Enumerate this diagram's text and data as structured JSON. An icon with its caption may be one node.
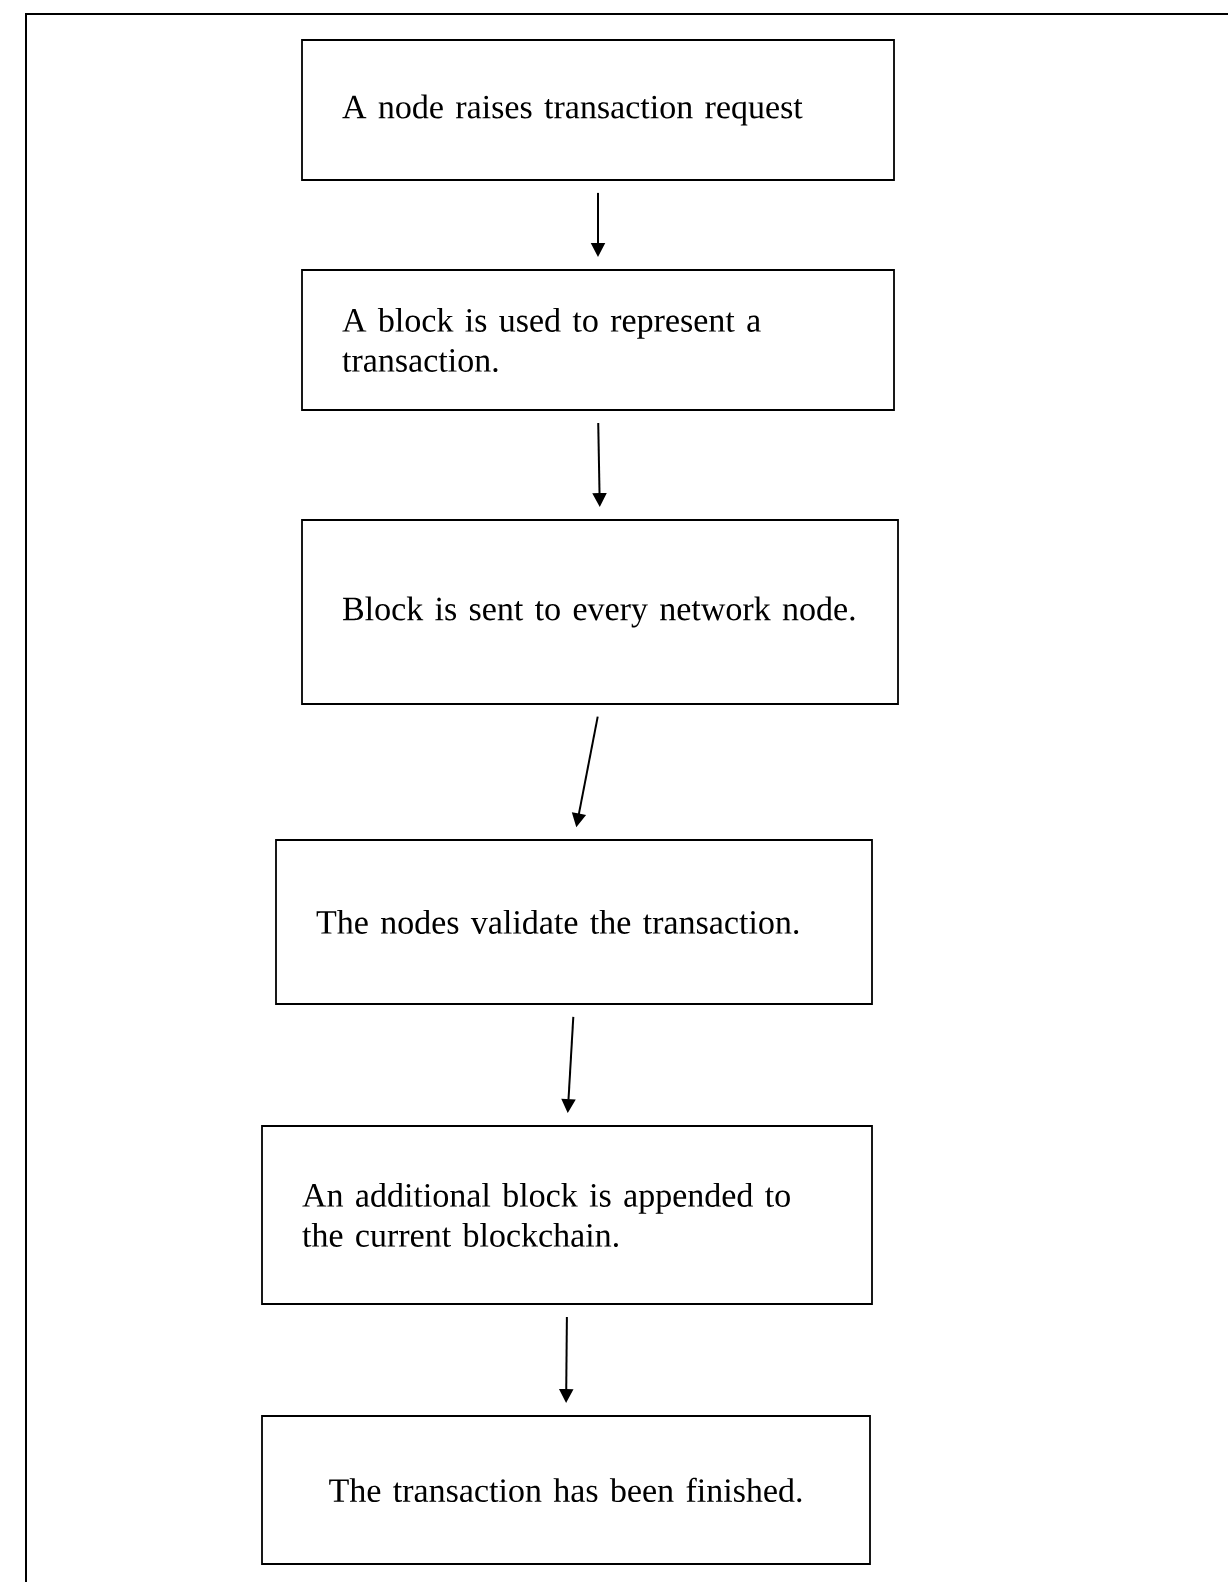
{
  "diagram": {
    "nodes": [
      {
        "text": [
          "A node raises transaction request"
        ]
      },
      {
        "text": [
          "A block is used to represent a transaction."
        ]
      },
      {
        "text": [
          "Block is sent to every network node."
        ]
      },
      {
        "text": [
          "The nodes validate the transaction."
        ]
      },
      {
        "text": [
          "An additional block is appended to the current blockchain."
        ]
      },
      {
        "text": [
          "The transaction has been finished."
        ]
      }
    ],
    "edges": [
      {
        "from": 0,
        "to": 1,
        "arrow": "to"
      },
      {
        "from": 1,
        "to": 2,
        "arrow": "to"
      },
      {
        "from": 2,
        "to": 3,
        "arrow": "to"
      },
      {
        "from": 3,
        "to": 4,
        "arrow": "to"
      },
      {
        "from": 4,
        "to": 5,
        "arrow": "to"
      }
    ]
  }
}
